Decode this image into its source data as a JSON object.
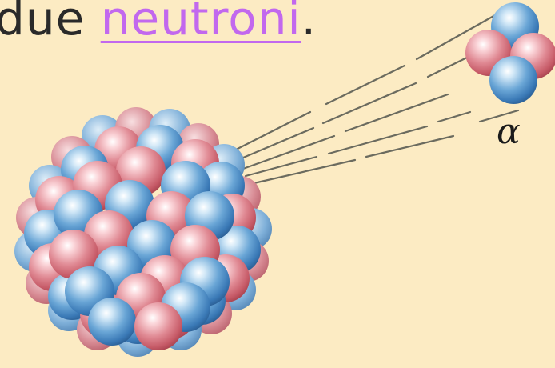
{
  "headline": {
    "lead": "due",
    "link": "neutroni",
    "trailing": "."
  },
  "alpha": {
    "label": "α"
  },
  "colors": {
    "background": "#fcebc3",
    "proton": "#d9707c",
    "neutron": "#4f8fc9",
    "link": "#c268ee"
  }
}
